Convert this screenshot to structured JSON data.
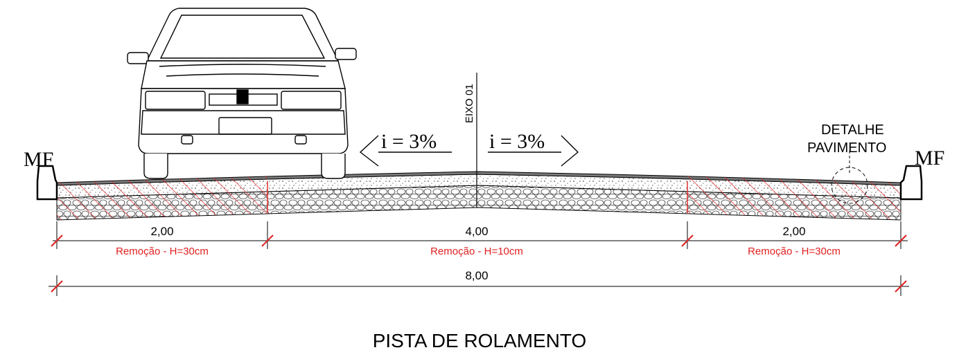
{
  "title": "PISTA DE ROLAMENTO",
  "axis_label": "EIXO 01",
  "slope_left": "i = 3%",
  "slope_right": "i = 3%",
  "curb_left": "MF",
  "curb_right": "MF",
  "detail_line1": "DETALHE",
  "detail_line2": "PAVIMENTO",
  "dim_left": "2,00",
  "dim_center": "4,00",
  "dim_right": "2,00",
  "dim_total": "8,00",
  "removal_left": "Remoção - H=30cm",
  "removal_center": "Remoção - H=10cm",
  "removal_right": "Remoção - H=30cm",
  "colors": {
    "line": "#000000",
    "removal": "#e02020",
    "asphalt": "#7a7a7a",
    "gravel": "#d9d9d9"
  },
  "icons": [
    "car-icon",
    "curb-icon",
    "arrow-left-icon",
    "arrow-right-icon",
    "tick-mark-icon"
  ]
}
